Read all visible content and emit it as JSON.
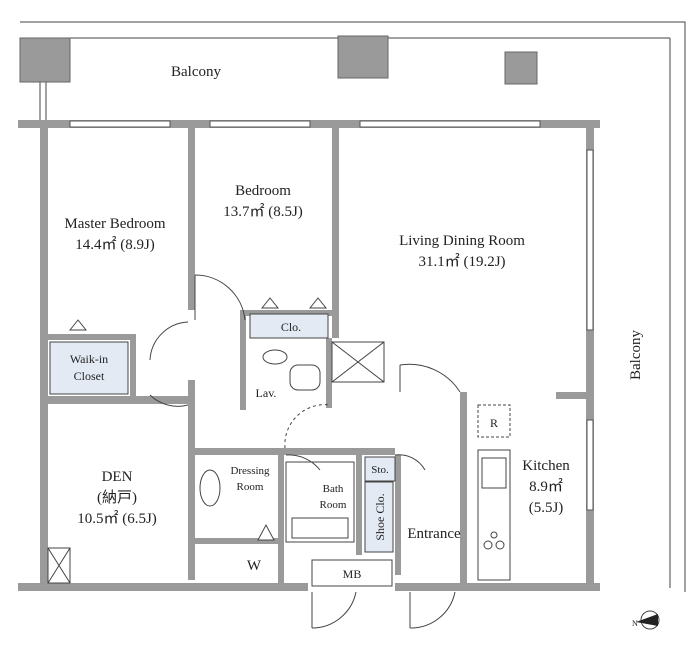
{
  "rooms": {
    "balcony_top": "Balcony",
    "balcony_right": "Balcony",
    "master_bedroom": {
      "name": "Master Bedroom",
      "size": "14.4㎡ (8.9J)"
    },
    "bedroom": {
      "name": "Bedroom",
      "size": "13.7㎡ (8.5J)"
    },
    "living": {
      "name": "Living Dining Room",
      "size": "31.1㎡ (19.2J)"
    },
    "walkin": {
      "line1": "Waik-in",
      "line2": "Closet"
    },
    "clo": "Clo.",
    "lav": "Lav.",
    "den": {
      "name": "DEN",
      "alt": "(納戸)",
      "size": "10.5㎡ (6.5J)"
    },
    "dressing": {
      "line1": "Dressing",
      "line2": "Room"
    },
    "bath": {
      "line1": "Bath",
      "line2": "Room"
    },
    "sto": "Sto.",
    "shoe": "Shoe Clo.",
    "entrance": "Entrance",
    "kitchen": {
      "name": "Kitchen",
      "size1": "8.9㎡",
      "size2": "(5.5J)"
    },
    "fridge": "R",
    "washer": "W",
    "meter": "MB"
  },
  "icons": {
    "north": "north-arrow-icon"
  },
  "colors": {
    "wall": "#9a9a9a",
    "closet": "#e3eaf4",
    "line": "#444444"
  }
}
